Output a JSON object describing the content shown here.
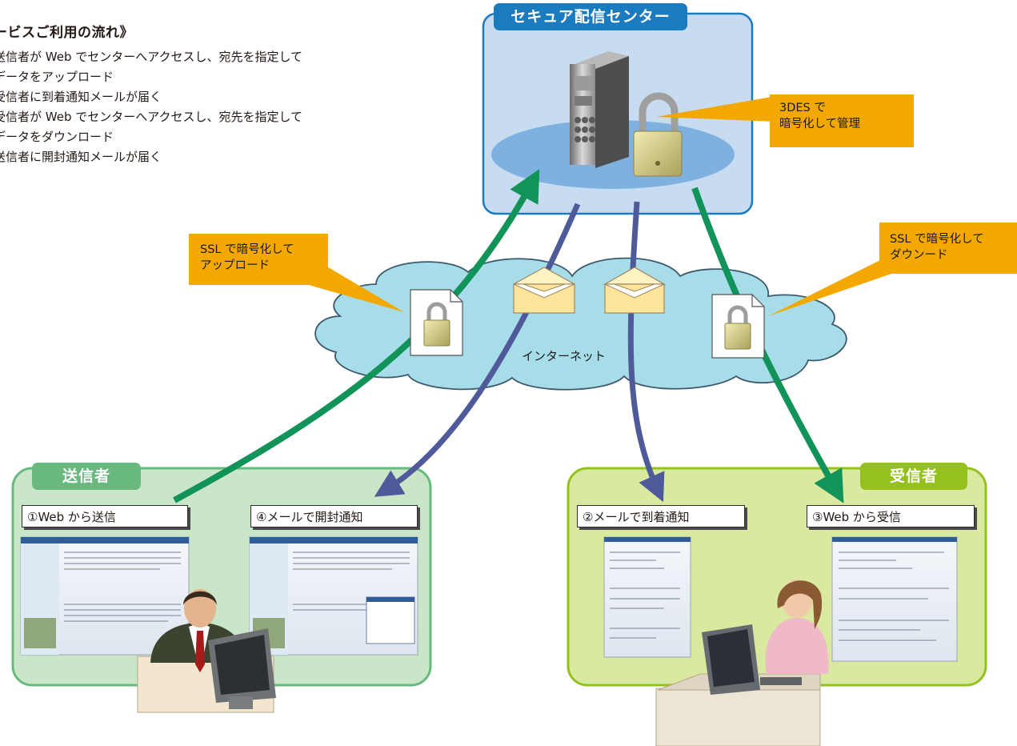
{
  "flow": {
    "title": "ービスご利用の流れ》",
    "steps": [
      "送信者が Web でセンターへアクセスし、宛先を指定して",
      "データをアップロード",
      "受信者に到着通知メールが届く",
      "受信者が Web でセンターへアクセスし、宛先を指定して",
      "データをダウンロード",
      "送信者に開封通知メールが届く"
    ]
  },
  "center": {
    "title": "セキュア配信センター"
  },
  "callouts": {
    "encrypt_store": [
      "3DES で",
      "暗号化して管理"
    ],
    "upload": [
      "SSL で暗号化して",
      "アップロード"
    ],
    "download": [
      "SSL で暗号化して",
      "ダウンード"
    ]
  },
  "internet": {
    "label": "インターネット"
  },
  "sender": {
    "tag": "送信者",
    "step_send": "①Web から送信",
    "step_open": "④メールで開封通知"
  },
  "receiver": {
    "tag": "受信者",
    "step_arrival": "②メールで到着通知",
    "step_receive": "③Web から受信"
  },
  "colors": {
    "green_arrow": "#12935a",
    "purple_arrow": "#4e5a9a",
    "callout_orange": "#f3a800",
    "tag_blue": "#1a7bbf",
    "tag_green": "#69b97e",
    "tag_lime": "#95c11f",
    "cloud": "#a7dde9",
    "center_bg": "#c7dcf1",
    "sender_bg": "#c9e6c9",
    "receiver_bg": "#d9eaa0"
  }
}
